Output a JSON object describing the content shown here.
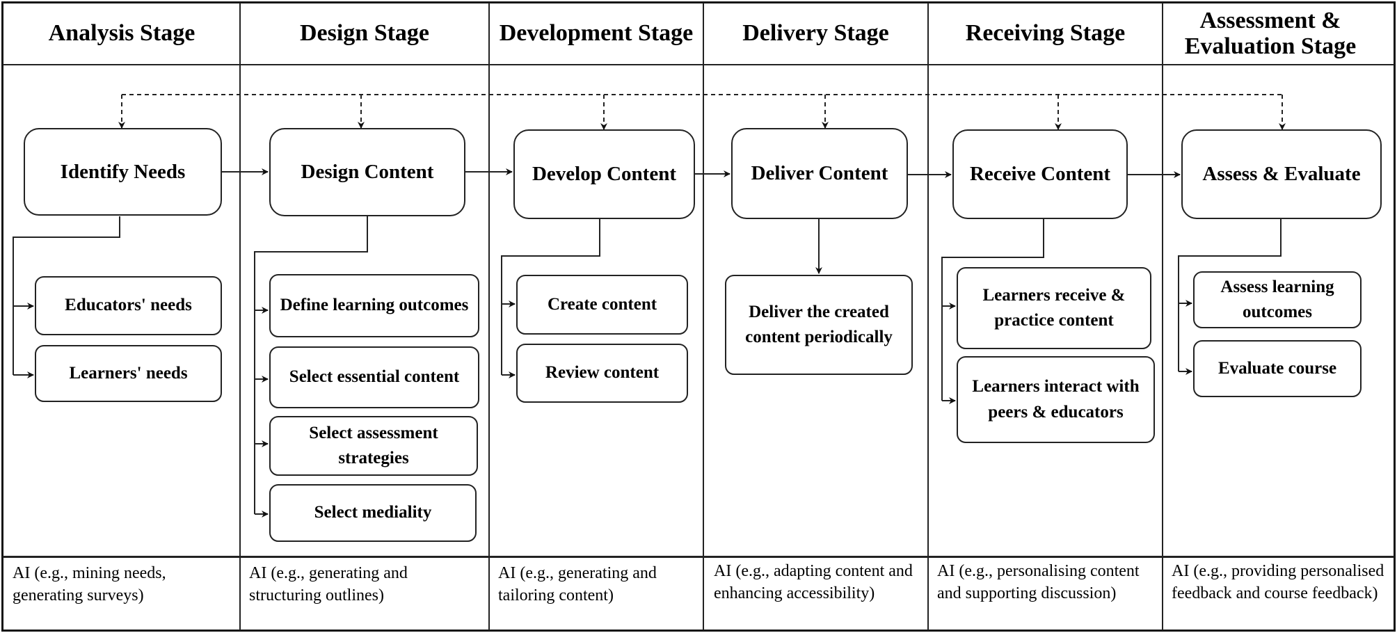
{
  "stages": [
    {
      "header": "Analysis Stage",
      "main": "Identify Needs",
      "subs": [
        "Educators' needs",
        "Learners' needs"
      ],
      "ai": "AI (e.g., mining needs, generating surveys)"
    },
    {
      "header": "Design Stage",
      "main": "Design Content",
      "subs": [
        "Define learning outcomes",
        "Select essential content",
        "Select assessment strategies",
        "Select mediality"
      ],
      "ai": "AI (e.g., generating and structuring outlines)"
    },
    {
      "header": "Development Stage",
      "main": "Develop Content",
      "subs": [
        "Create content",
        "Review content"
      ],
      "ai": "AI (e.g., generating and tailoring content)"
    },
    {
      "header": "Delivery Stage",
      "main": "Deliver Content",
      "subs": [
        "Deliver the created content periodically"
      ],
      "ai": "AI (e.g., adapting content and enhancing accessibility)"
    },
    {
      "header": "Receiving Stage",
      "main": "Receive Content",
      "subs": [
        "Learners receive & practice content",
        "Learners interact with peers & educators"
      ],
      "ai": "AI (e.g., personalising content and supporting discussion)"
    },
    {
      "header": "Assessment & Evaluation Stage",
      "main": "Assess & Evaluate",
      "subs": [
        "Assess learning outcomes",
        "Evaluate course"
      ],
      "ai": "AI (e.g., providing personalised feedback and course feedback)"
    }
  ]
}
